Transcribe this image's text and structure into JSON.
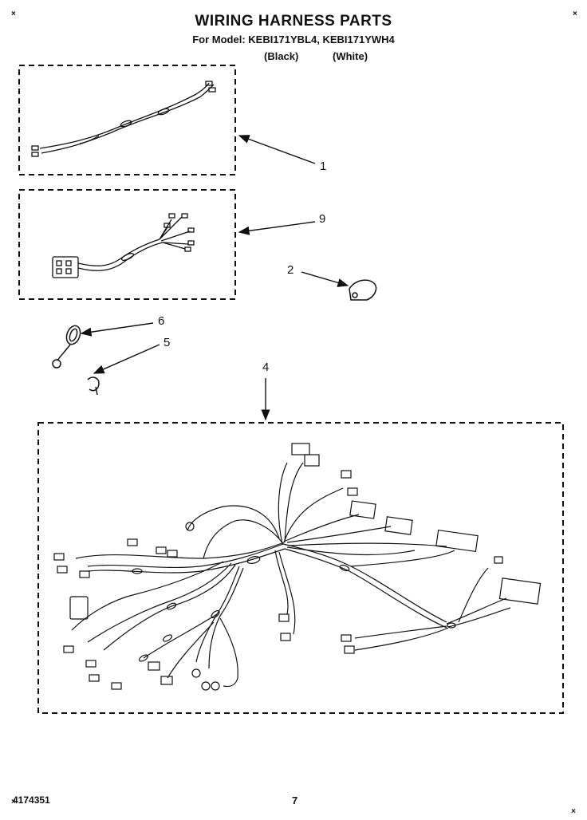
{
  "header": {
    "title": "WIRING HARNESS PARTS",
    "model_line": "For Model: KEBI171YBL4, KEBI171YWH4",
    "model_black": "(Black)",
    "model_white": "(White)"
  },
  "callouts": {
    "c1": "1",
    "c9": "9",
    "c2": "2",
    "c6": "6",
    "c5": "5",
    "c4": "4"
  },
  "corner_marks": {
    "top_left": "×",
    "top_right": "×",
    "mid_left": "×",
    "bottom_right": "×"
  },
  "footer": {
    "part_number": "4174351",
    "page_number": "7"
  }
}
